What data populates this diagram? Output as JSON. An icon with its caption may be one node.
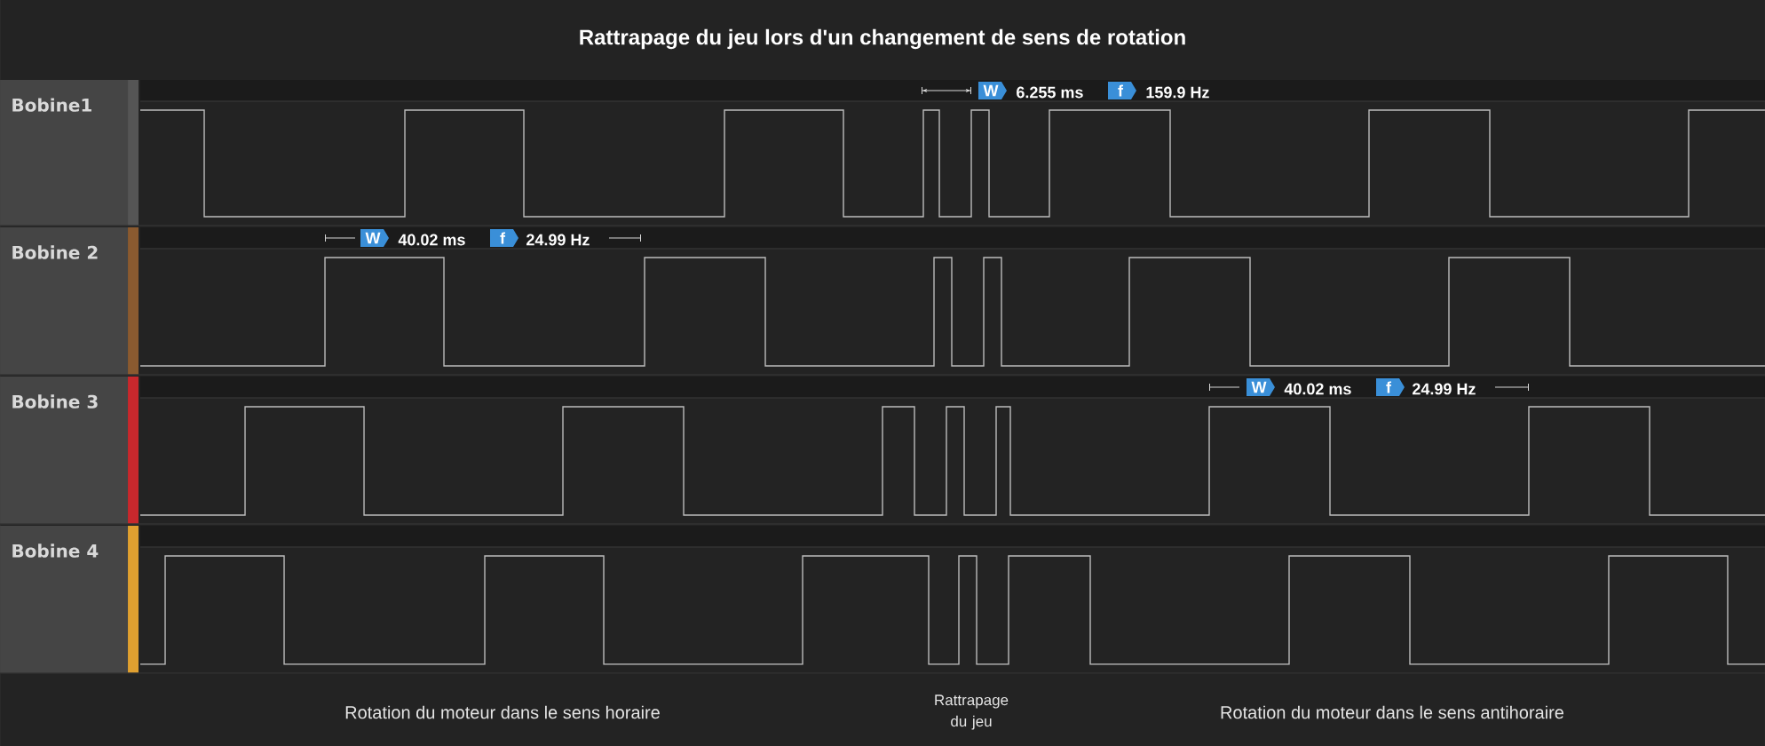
{
  "diagram": {
    "title": "Rattrapage du jeu lors d'un changement de sens de rotation",
    "labels": [
      "Bobine1",
      "W",
      "6.255 ms",
      "f",
      "159.9 Hz",
      "Bobine 2",
      "W",
      "40.02 ms",
      "f",
      "24.99 Hz",
      "Bobine 3",
      "W",
      "40.02 ms",
      "f",
      "24.99 Hz",
      "Bobine 4",
      "Rotation du moteur dans le sens horaire",
      "Rattrapage du jeu",
      "Rotation du moteur dans le sens antihoraire"
    ]
  }
}
